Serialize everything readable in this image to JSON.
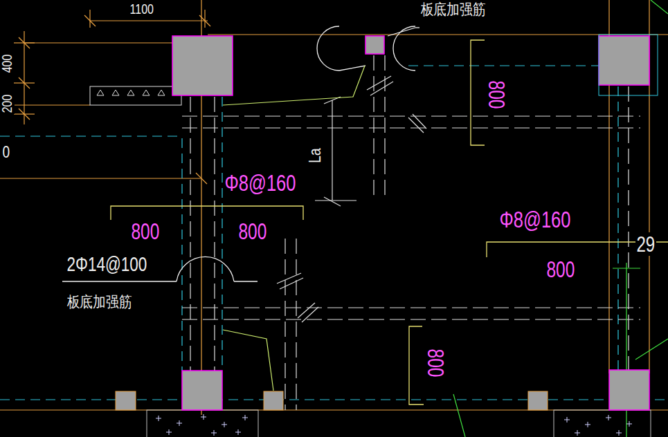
{
  "diagram": {
    "labels": [
      "1100",
      "400",
      "200",
      "0",
      "板底加强筋",
      "800",
      "La",
      "Φ8@160",
      "800",
      "800",
      "2Φ14@100",
      "板底加强筋",
      "Φ8@160",
      "800",
      "29",
      "800"
    ]
  }
}
